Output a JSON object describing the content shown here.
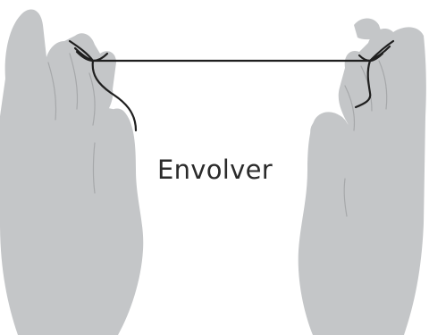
{
  "caption": "Envolver",
  "colors": {
    "hand": "#c4c6c8",
    "crease": "#a6a8aa",
    "floss": "#1f1f1f",
    "text": "#2b2b2b",
    "background": "#ffffff"
  },
  "figures": {
    "left_hand": "left-hand-holding-floss",
    "right_hand": "right-hand-holding-floss",
    "floss": "dental-floss-strand"
  }
}
